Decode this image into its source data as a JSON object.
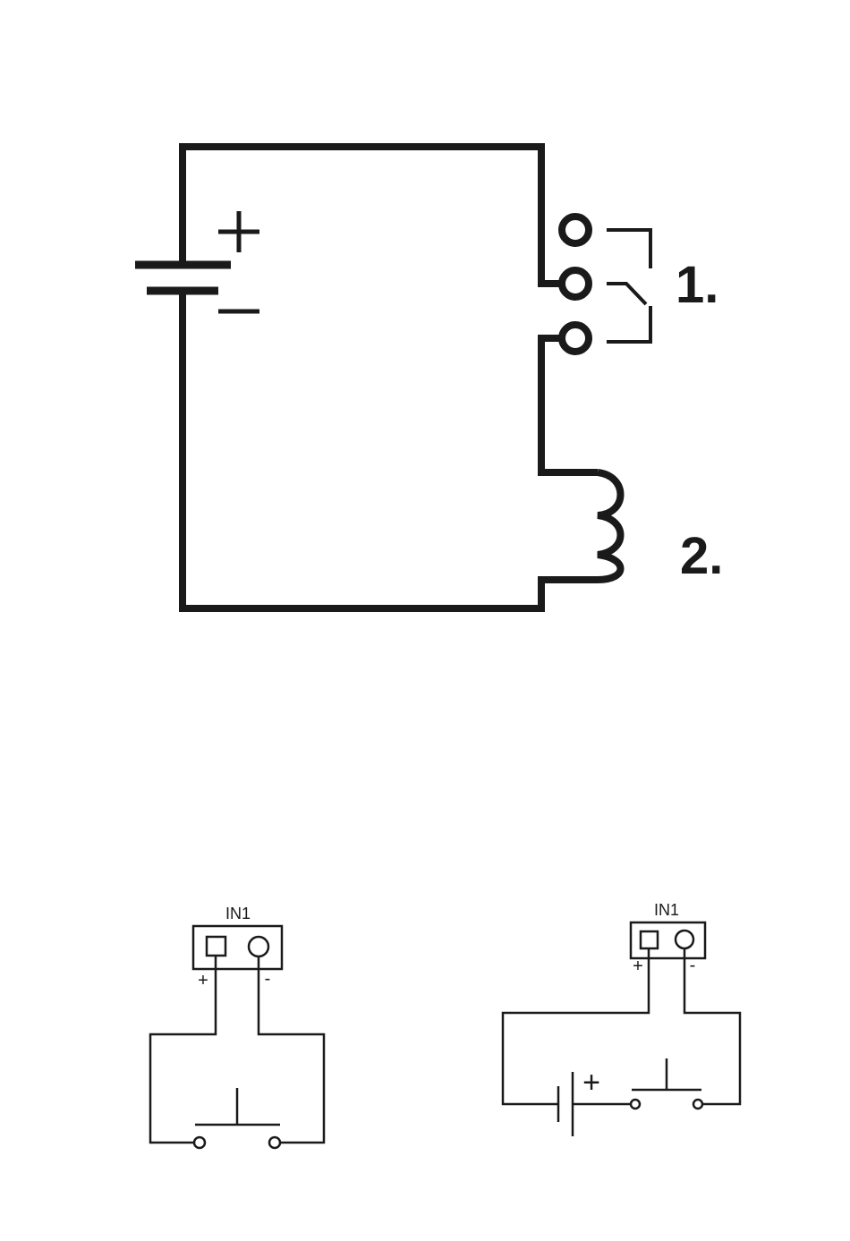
{
  "relay_diagram": {
    "battery_plus": "+",
    "battery_minus": "–",
    "label_contacts": "1.",
    "label_coil": "2."
  },
  "input_left": {
    "terminal_label": "IN1",
    "plus_label": "+",
    "minus_label": "-"
  },
  "input_right": {
    "terminal_label": "IN1",
    "plus_label": "+",
    "minus_label": "-",
    "battery_plus": "+"
  },
  "colors": {
    "stroke": "#1a1a1a",
    "background": "#ffffff"
  }
}
